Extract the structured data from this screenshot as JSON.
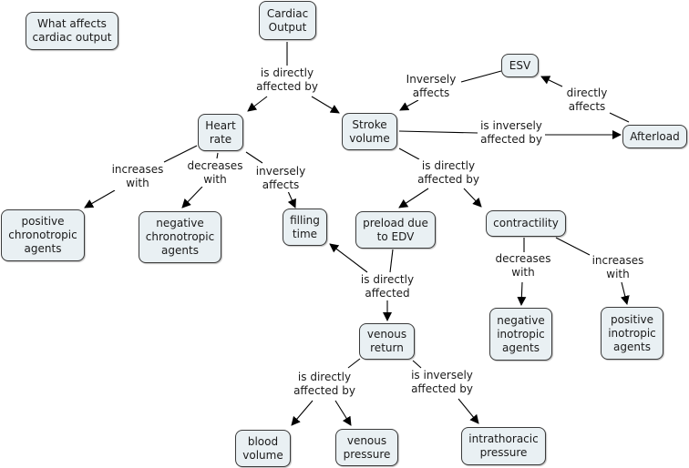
{
  "title_node": "What affects\ncardiac output",
  "nodes": {
    "cardiac_output": "Cardiac\nOutput",
    "heart_rate": "Heart\nrate",
    "stroke_volume": "Stroke\nvolume",
    "esv": "ESV",
    "afterload": "Afterload",
    "positive_chronotropic": "positive\nchronotropic\nagents",
    "negative_chronotropic": "negative\nchronotropic\nagents",
    "filling_time": "filling\ntime",
    "preload": "preload due\nto EDV",
    "contractility": "contractility",
    "venous_return": "venous\nreturn",
    "negative_inotropic": "negative\ninotropic\nagents",
    "positive_inotropic": "positive\ninotropic\nagents",
    "blood_volume": "blood\nvolume",
    "venous_pressure": "venous\npressure",
    "intrathoracic_pressure": "intrathoracic\npressure"
  },
  "links": {
    "co_directly": "is directly\naffected by",
    "esv_inversely": "Inversely\naffects",
    "afterload_directly": "directly\naffects",
    "sv_inversely": "is inversely\naffected by",
    "hr_increases": "increases\nwith",
    "hr_decreases": "decreases\nwith",
    "hr_inversely": "inversely\naffects",
    "sv_directly": "is directly\naffected by",
    "preload_directly": "is directly\naffected",
    "contr_decreases": "decreases\nwith",
    "contr_increases": "increases\nwith",
    "vr_directly": "is directly\naffected by",
    "vr_inversely": "is inversely\naffected by"
  }
}
